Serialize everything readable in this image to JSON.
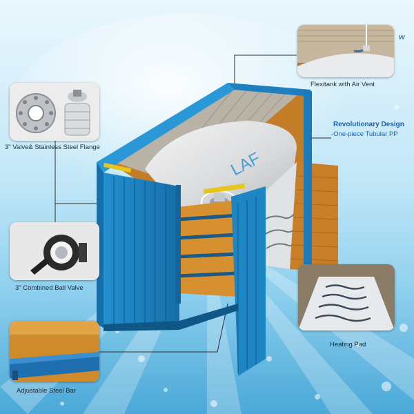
{
  "callouts": {
    "flexitank_vent": "Flexitank with Air Vent",
    "valve_flange": "3\" Valve& Stainless Steel Flange",
    "revolutionary_title": "Revolutionary Design",
    "revolutionary_sub": "-One-piece Tubular PP",
    "ball_valve": "3\" Combined Ball Valve",
    "heating_pad": "Heating Pad",
    "steel_bar": "Adjustable Steel Bar"
  },
  "tank_logo": "LAF",
  "watermark": "w",
  "colors": {
    "container_blue": "#1f86c4",
    "container_dark": "#14639a",
    "panel_orange": "#d38a2c",
    "sky_light": "#e6f6fd",
    "water_blue": "#55b7e2"
  }
}
